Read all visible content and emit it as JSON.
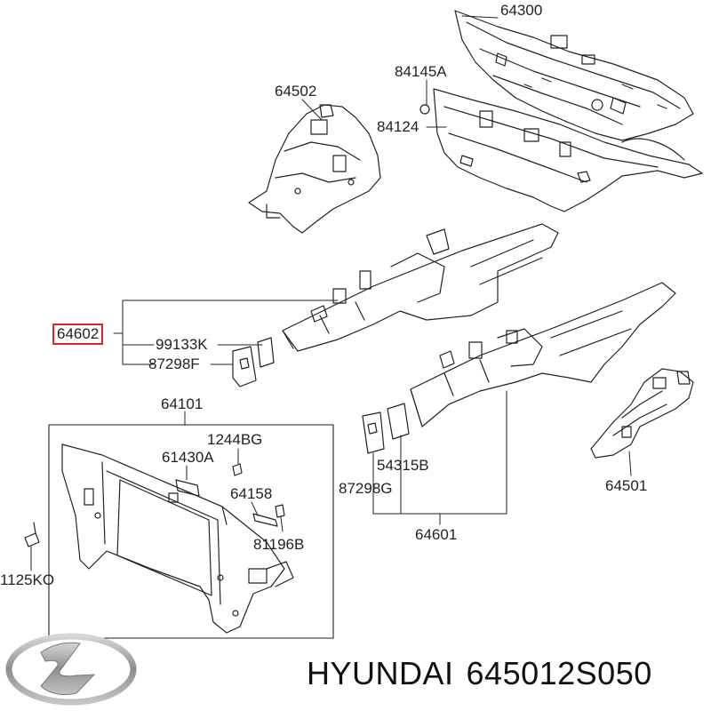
{
  "labels": {
    "p64300": "64300",
    "p84145A": "84145A",
    "p84124": "84124",
    "p64502": "64502",
    "p64602": "64602",
    "p99133K": "99133K",
    "p87298F_top": "87298F",
    "p64101": "64101",
    "p1244BG": "1244BG",
    "p61430A": "61430A",
    "p64158": "64158",
    "p81196B": "81196B",
    "p1125KO": "1125KO",
    "p54315B": "54315B",
    "p87298G": "87298G",
    "p64601": "64601",
    "p64501": "64501"
  },
  "footer": {
    "brand": "HYUNDAI",
    "part_number": "645012S050"
  },
  "colors": {
    "line": "#222222",
    "highlight": "#d9262b",
    "logo": "#9a9a9a"
  },
  "icons": {
    "logo": "hyundai-logo-icon"
  }
}
